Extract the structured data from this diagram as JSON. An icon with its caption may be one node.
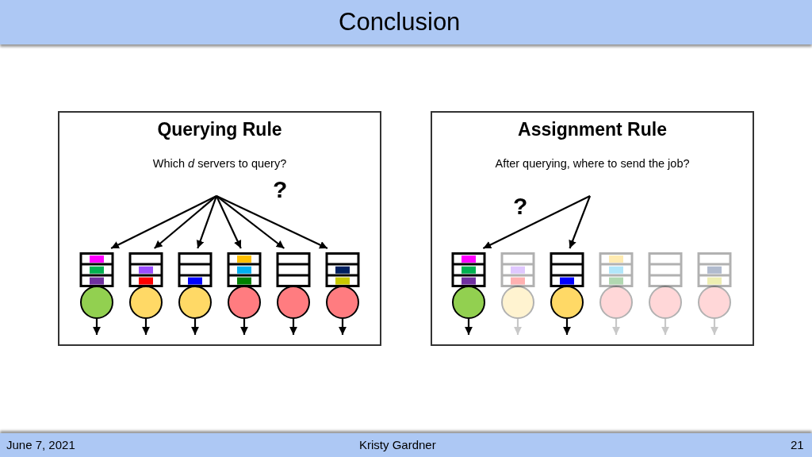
{
  "diagram": {
    "title": "Conclusion",
    "nodes": [
      {
        "text": [
          "Querying Rule",
          "Which *d* servers to query?"
        ]
      },
      {
        "text": [],
        "shape": "box",
        "in": 0
      },
      {
        "text": [],
        "shape": "box",
        "in": 0
      },
      {
        "text": [],
        "shape": "box",
        "in": 0
      },
      {
        "text": [],
        "shape": "box",
        "in": 0
      },
      {
        "text": [],
        "shape": "box",
        "in": 0
      },
      {
        "text": [],
        "shape": "box",
        "in": 0
      },
      {
        "text": [],
        "shape": "circle",
        "in": 0
      },
      {
        "text": [],
        "shape": "circle",
        "in": 0
      },
      {
        "text": [],
        "shape": "circle",
        "in": 0
      },
      {
        "text": [],
        "shape": "circle",
        "in": 0
      },
      {
        "text": [],
        "shape": "circle",
        "in": 0
      },
      {
        "text": [],
        "shape": "circle",
        "in": 0
      },
      {
        "text": [
          "Assignment Rule",
          "After querying, where to send the job?"
        ]
      },
      {
        "text": [],
        "shape": "box",
        "in": 13
      },
      {
        "text": [],
        "shape": "box",
        "in": 13
      },
      {
        "text": [],
        "shape": "box",
        "in": 13
      },
      {
        "text": [],
        "shape": "box",
        "in": 13
      },
      {
        "text": [],
        "shape": "box",
        "in": 13
      },
      {
        "text": [],
        "shape": "box",
        "in": 13
      },
      {
        "text": [],
        "shape": "circle",
        "in": 13
      },
      {
        "text": [],
        "shape": "circle",
        "in": 13
      },
      {
        "text": [],
        "shape": "circle",
        "in": 13
      },
      {
        "text": [],
        "shape": "circle",
        "in": 13
      },
      {
        "text": [],
        "shape": "circle",
        "in": 13
      },
      {
        "text": [],
        "shape": "circle",
        "in": 13
      }
    ],
    "edges": [
      {
        "from": null,
        "to": 1,
        "arrow": "to"
      },
      {
        "from": null,
        "to": 2,
        "arrow": "to"
      },
      {
        "from": null,
        "to": 3,
        "arrow": "to"
      },
      {
        "from": null,
        "to": 4,
        "arrow": "to"
      },
      {
        "from": null,
        "to": 5,
        "arrow": "to"
      },
      {
        "from": null,
        "to": 6,
        "arrow": "to"
      },
      {
        "from": 7,
        "to": null,
        "arrow": "to"
      },
      {
        "from": 8,
        "to": null,
        "arrow": "to"
      },
      {
        "from": 9,
        "to": null,
        "arrow": "to"
      },
      {
        "from": 10,
        "to": null,
        "arrow": "to"
      },
      {
        "from": 11,
        "to": null,
        "arrow": "to"
      },
      {
        "from": 12,
        "to": null,
        "arrow": "to"
      },
      {
        "from": null,
        "to": 14,
        "arrow": "to"
      },
      {
        "from": null,
        "to": 16,
        "arrow": "to"
      },
      {
        "from": 20,
        "to": null,
        "arrow": "to"
      },
      {
        "from": 21,
        "to": null,
        "arrow": "to",
        "color": "#c8c8c8"
      },
      {
        "from": 22,
        "to": null,
        "arrow": "to"
      },
      {
        "from": 23,
        "to": null,
        "arrow": "to",
        "color": "#c8c8c8"
      },
      {
        "from": 24,
        "to": null,
        "arrow": "to",
        "color": "#c8c8c8"
      },
      {
        "from": 25,
        "to": null,
        "arrow": "to",
        "color": "#c8c8c8"
      }
    ],
    "labels": [
      "?",
      "?",
      "June 7, 2021",
      "Kristy Gardner",
      "21"
    ]
  }
}
